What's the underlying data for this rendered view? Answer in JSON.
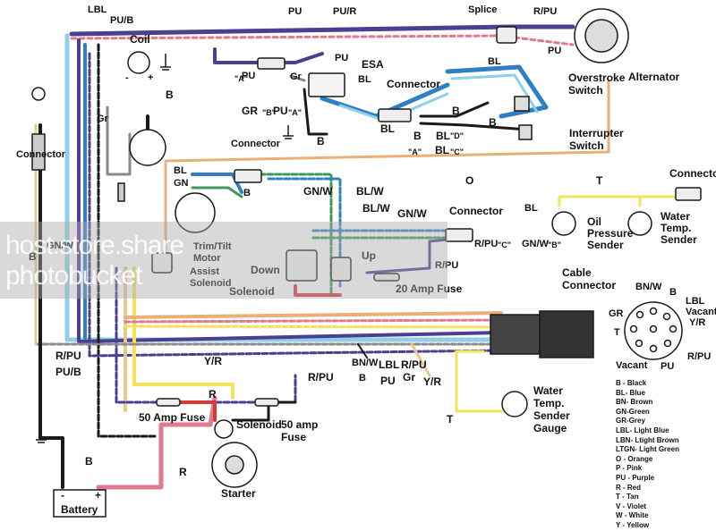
{
  "labels": {
    "lbl_top": "LBL",
    "pu_b_top": "PU/B",
    "coil": "Coil",
    "pu_top": "PU",
    "pu_r_top": "PU/R",
    "splice": "Splice",
    "r_pu_top": "R/PU",
    "pu_splice": "PU",
    "alternator": "Alternator",
    "pu_esa": "PU",
    "esa": "ESA",
    "gr_esa": "Gr",
    "a_pin": "\"A\"",
    "bl_top": "BL",
    "overstroke": "Overstroke\nSwitch",
    "connector_mid": "Connector",
    "bl_conn": "BL",
    "plus": "+",
    "minus": "-",
    "b_coil": "B",
    "gr_left": "Gr",
    "gr_conn": "GR",
    "b_pin": "\"B\"",
    "pu_conn2": "PU",
    "a_pin2": "\"A\"",
    "b_bottom_esa": "B",
    "b_bl_right1": "B",
    "b_bl_right2": "B",
    "b_center_bl": "BL",
    "interrupter": "Interrupter\nSwitch",
    "bl_d": "BL",
    "d_pin": "\"D\"",
    "b_d": "B",
    "bl_c": "BL",
    "c_pin": "\"C\"",
    "a_pin3": "\"A\"",
    "connector_left": "Connector",
    "connector_mid2": "Connector",
    "o_label": "O",
    "t_top": "T",
    "connector_right": "Connector",
    "bl_tilt": "BL",
    "gn_tilt": "GN",
    "b_tilt": "B",
    "gn_w_1": "GN/W",
    "bl_w_1": "BL/W",
    "bl_w_2": "BL/W",
    "gn_w_2": "GN/W",
    "connector_3": "Connector",
    "bl_conn3": "BL",
    "b_conn3": "\"B\"",
    "c_conn3": "\"C\"",
    "r_pu_conn3": "R/PU",
    "gn_w_conn3": "GN/W",
    "oil": "Oil\nPressure\nSender",
    "water_temp": "Water\nTemp.\nSender",
    "b_left": "B",
    "gn_w_left": "GN/W",
    "trim_tilt": "Trim/Tilt\nMotor",
    "assist": "Assist\nSolenoid",
    "down": "Down",
    "solenoid_mid": "Solenoid",
    "up": "Up",
    "r_pu_mid": "R/PU",
    "fuse20": "20 Amp Fuse",
    "cable_connector": "Cable\nConnector",
    "bn_w_plug": "BN/W",
    "b_plug": "B",
    "lbl_plug": "LBL",
    "vacant_plug": "Vacant",
    "y_r_plug": "Y/R",
    "gr_plug": "GR",
    "t_plug": "T",
    "vacant2": "Vacant",
    "pu_plug": "PU",
    "r_pu_plug": "R/PU",
    "r_pu_left": "R/PU",
    "pu_b_left": "PU/B",
    "y_r_mid": "Y/R",
    "r_small": "R",
    "r_pu_lower": "R/PU",
    "bn_w": "BN/W",
    "lbl_lower": "LBL",
    "r_pu_lower2": "R/PU",
    "b_lower": "B",
    "pu_lower": "PU",
    "gr_lower": "Gr",
    "y_r_lower": "Y/R",
    "fuse50": "50 Amp Fuse",
    "solenoid_low": "Solenoid",
    "fuse50b": "50 amp\nFuse",
    "r_starter": "R",
    "starter": "Starter",
    "b_battery": "B",
    "battery": "Battery",
    "bat_minus": "-",
    "bat_plus": "+",
    "t_gauge": "T",
    "gauge": "Water\nTemp.\nSender\nGauge"
  },
  "legend": [
    "B  - Black",
    "BL- Blue",
    "BN- Brown",
    "GN-Green",
    "GR-Grey",
    "LBL- Light Blue",
    "LBN- Ltight Brown",
    "LTGN- Light Green",
    "O - Orange",
    "P - Pink",
    "PU - Purple",
    "R - Red",
    "T - Tan",
    "V - Violet",
    "W - White",
    "Y - Yellow"
  ],
  "watermark": "host.store.share\nphotobucket",
  "colors": {
    "black": "#1a1a1a",
    "blue": "#2f7fc4",
    "light_blue": "#8fcfe8",
    "purple": "#4b3f8f",
    "pink": "#e07a90",
    "red": "#d43a3a",
    "tan": "#e7c98c",
    "yellow": "#f2e35a",
    "orange": "#e9b078",
    "green": "#3e9a58",
    "grey": "#8a8a8a"
  }
}
